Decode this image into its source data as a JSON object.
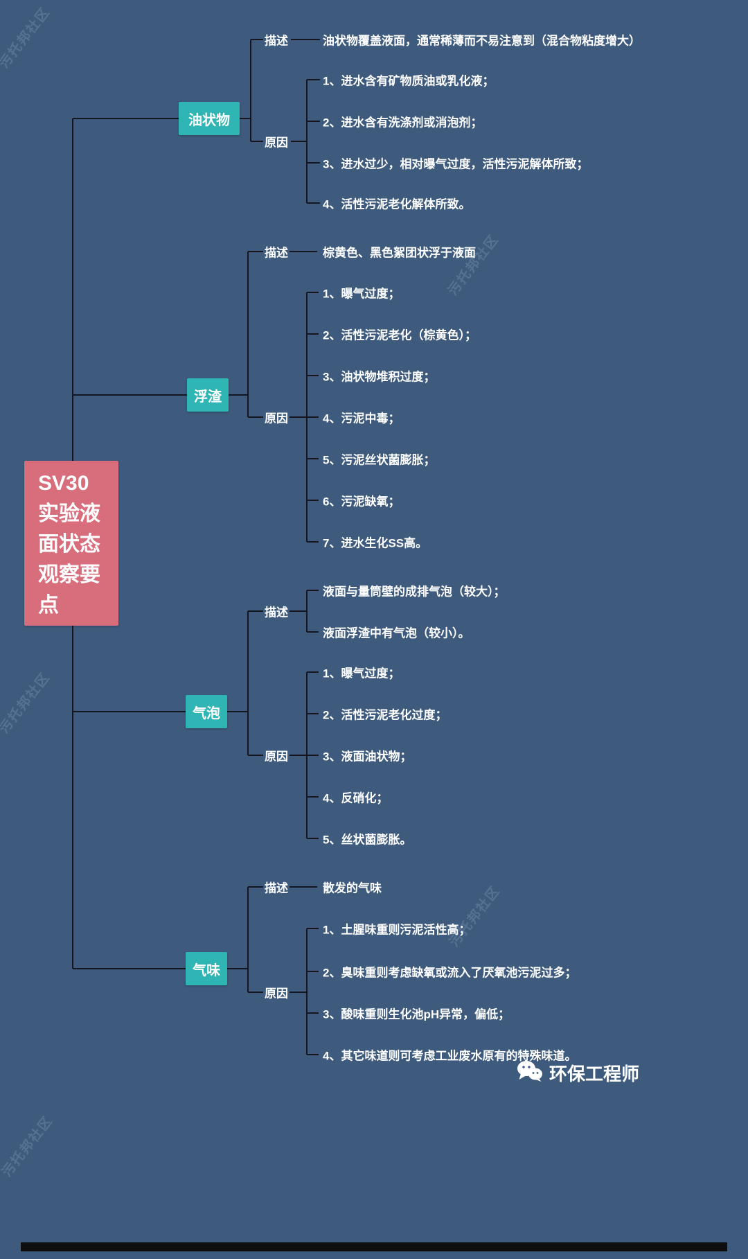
{
  "root": {
    "text": "SV30 实验液面状态观察要点",
    "lines": [
      "SV30",
      "实验液",
      "面状态",
      "观察要",
      "点"
    ]
  },
  "branches": [
    {
      "label": "油状物",
      "desc_label": "描述",
      "cause_label": "原因",
      "descriptions": [
        "油状物覆盖液面，通常稀薄而不易注意到（混合物粘度增大）"
      ],
      "causes": [
        "1、进水含有矿物质油或乳化液；",
        "2、进水含有洗涤剂或消泡剂；",
        "3、进水过少，相对曝气过度，活性污泥解体所致；",
        "4、活性污泥老化解体所致。"
      ]
    },
    {
      "label": "浮渣",
      "desc_label": "描述",
      "cause_label": "原因",
      "descriptions": [
        "棕黄色、黑色絮团状浮于液面"
      ],
      "causes": [
        "1、曝气过度；",
        "2、活性污泥老化（棕黄色）；",
        "3、油状物堆积过度；",
        "4、污泥中毒；",
        "5、污泥丝状菌膨胀；",
        "6、污泥缺氧；",
        "7、进水生化SS高。"
      ]
    },
    {
      "label": "气泡",
      "desc_label": "描述",
      "cause_label": "原因",
      "descriptions": [
        "液面与量筒壁的成排气泡（较大）；",
        "液面浮渣中有气泡（较小）。"
      ],
      "causes": [
        "1、曝气过度；",
        "2、活性污泥老化过度；",
        "3、液面油状物；",
        "4、反硝化；",
        "5、丝状菌膨胀。"
      ]
    },
    {
      "label": "气味",
      "desc_label": "描述",
      "cause_label": "原因",
      "descriptions": [
        "散发的气味"
      ],
      "causes": [
        "1、土腥味重则污泥活性高；",
        "2、臭味重则考虑缺氧或流入了厌氧池污泥过多；",
        "3、酸味重则生化池pH异常，偏低；",
        "4、其它味道则可考虑工业废水原有的特殊味道。"
      ]
    }
  ],
  "watermark": "污托邦社区",
  "footer": {
    "brand": "环保工程师"
  },
  "colors": {
    "background": "#3e5b7e",
    "root_node": "#d86e7c",
    "branch_node": "#2fb5b3",
    "line": "#16161e",
    "text": "#ffffff"
  }
}
